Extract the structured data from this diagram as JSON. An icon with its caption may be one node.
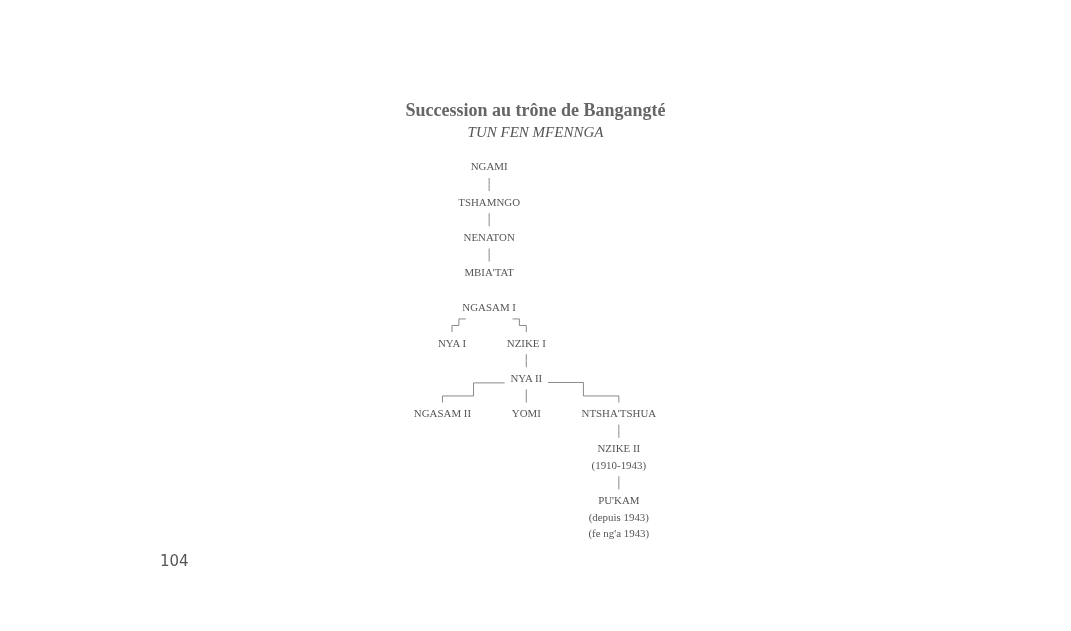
{
  "diagram": {
    "title": "Succession au trône de Bangangté",
    "nodes": [
      {
        "text": [
          "NGAMI"
        ]
      },
      {
        "text": [
          "TSHAMNGO"
        ]
      },
      {
        "text": [
          "NENATON"
        ]
      },
      {
        "text": [
          "MBIA'TAT"
        ]
      },
      {
        "text": [
          "NGASAM I"
        ]
      },
      {
        "text": [
          "NYA I"
        ]
      },
      {
        "text": [
          "NZIKE I"
        ]
      },
      {
        "text": [
          "NYA II"
        ]
      },
      {
        "text": [
          "NGASAM II"
        ]
      },
      {
        "text": [
          "YOMI"
        ]
      },
      {
        "text": [
          "NTSHA'TSHUA"
        ]
      },
      {
        "text": [
          "NZIKE II",
          "(1910-1943)"
        ]
      },
      {
        "text": [
          "PU'KAM",
          "(depuis 1943)",
          "(fe ng'a 1943)"
        ]
      }
    ],
    "edges": [
      {
        "from": 0,
        "to": 1,
        "arrow": "none"
      },
      {
        "from": 1,
        "to": 2,
        "arrow": "none"
      },
      {
        "from": 2,
        "to": 3,
        "arrow": "none"
      },
      {
        "from": 4,
        "to": 5,
        "arrow": "none"
      },
      {
        "from": 4,
        "to": 6,
        "arrow": "none"
      },
      {
        "from": 6,
        "to": 7,
        "arrow": "none"
      },
      {
        "from": 7,
        "to": 8,
        "arrow": "none"
      },
      {
        "from": 7,
        "to": 9,
        "arrow": "none"
      },
      {
        "from": 7,
        "to": 10,
        "arrow": "none"
      },
      {
        "from": 10,
        "to": 11,
        "arrow": "none"
      },
      {
        "from": 11,
        "to": 12,
        "arrow": "none"
      }
    ],
    "labels": [
      "TUN FEN MFENNGA",
      "104"
    ]
  }
}
